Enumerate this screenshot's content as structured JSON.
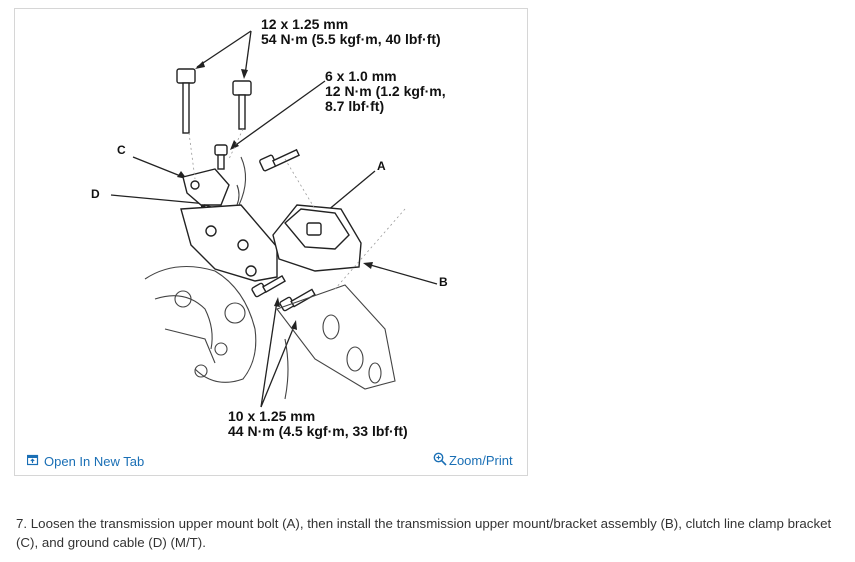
{
  "figure": {
    "callouts": {
      "top_bolts": [
        "12 x 1.25 mm",
        "54 N·m (5.5 kgf·m, 40 lbf·ft)"
      ],
      "small_bolt": [
        "6 x 1.0 mm",
        "12 N·m (1.2 kgf·m,",
        "8.7 lbf·ft)"
      ],
      "lower_bolts": [
        "10 x 1.25 mm",
        "44 N·m (4.5 kgf·m, 33 lbf·ft)"
      ]
    },
    "labels": {
      "A": "A",
      "B": "B",
      "C": "C",
      "D": "D"
    }
  },
  "toolbar": {
    "open_new_tab": "Open In New Tab",
    "zoom_print": "Zoom/Print"
  },
  "instruction": "7. Loosen the transmission upper mount bolt (A), then install the transmission upper mount/bracket assembly (B), clutch line clamp bracket (C), and ground cable (D) (M/T).",
  "colors": {
    "link": "#1a6fb5",
    "border": "#d6d6d6",
    "text": "#333333"
  }
}
